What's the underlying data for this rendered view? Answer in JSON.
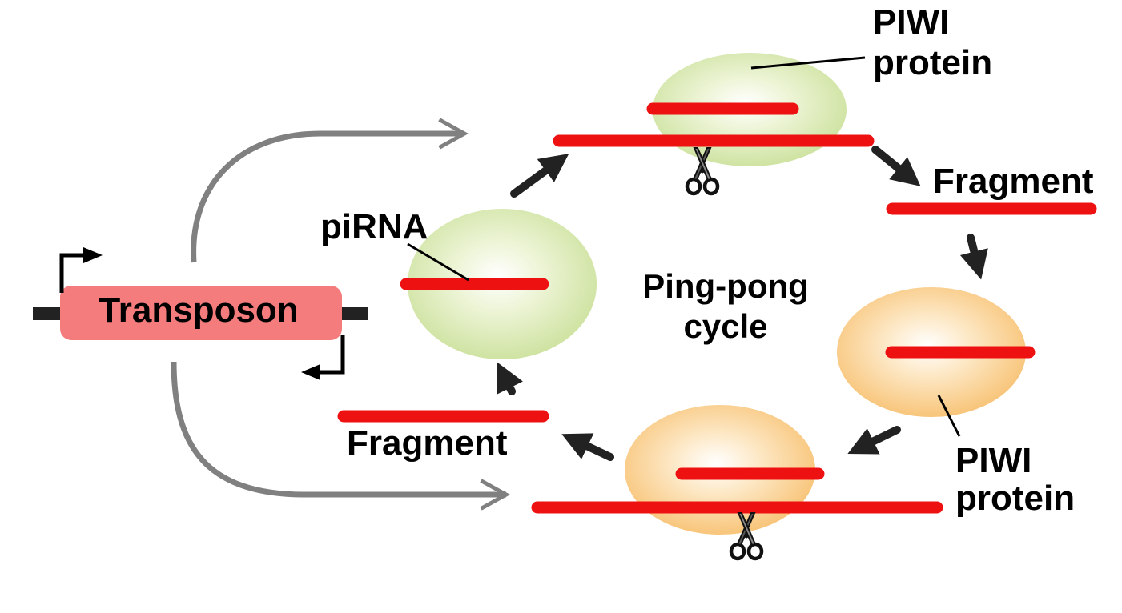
{
  "diagram": {
    "labels": {
      "transposon": "Transposon",
      "pirna": "piRNA",
      "cycle_line1": "Ping-pong",
      "cycle_line2": "cycle",
      "piwi_top_line1": "PIWI",
      "piwi_top_line2": "protein",
      "piwi_right_line1": "PIWI",
      "piwi_right_line2": "protein",
      "fragment_right": "Fragment",
      "fragment_left": "Fragment"
    },
    "colors": {
      "rna": "#ee1111",
      "arrow": "#222222",
      "transcription_arrow": "#808080",
      "transposon_box": "#f47c7c",
      "piwi_green": "#cfe3a2",
      "piwi_orange": "#f8c57a"
    },
    "icons": {
      "cleavage": "scissors-icon"
    }
  }
}
